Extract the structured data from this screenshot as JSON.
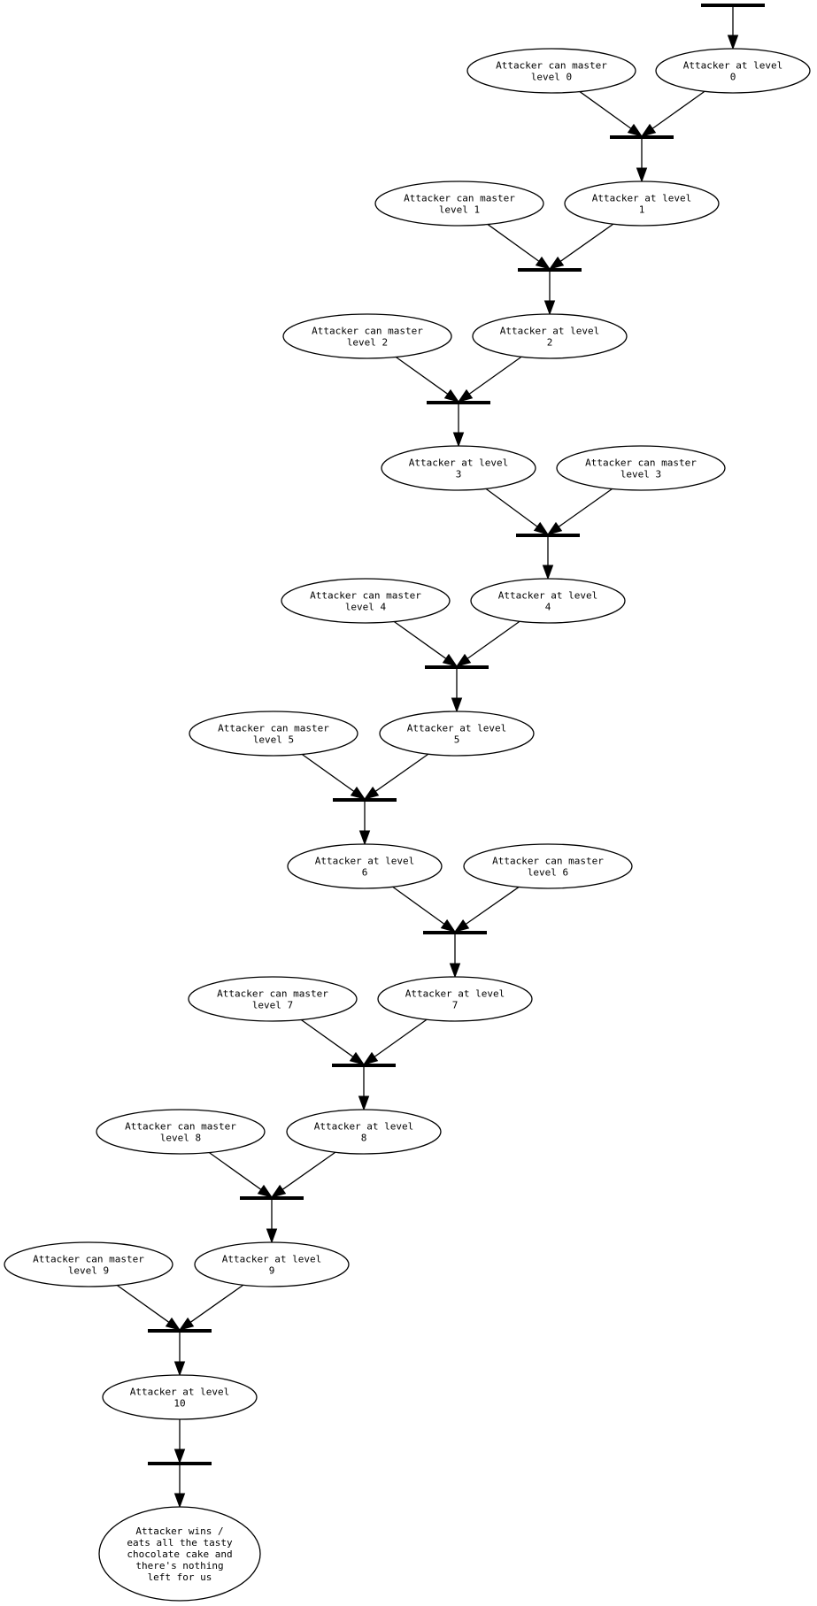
{
  "diagram": {
    "type": "attack-tree",
    "colors": {
      "stroke": "#000000",
      "fill": "#ffffff",
      "text": "#000000"
    },
    "nodes": [
      {
        "id": "master0",
        "lines": [
          "Attacker can master",
          "level 0"
        ]
      },
      {
        "id": "level0",
        "lines": [
          "Attacker at level",
          "0"
        ]
      },
      {
        "id": "master1",
        "lines": [
          "Attacker can master",
          "level 1"
        ]
      },
      {
        "id": "level1",
        "lines": [
          "Attacker at level",
          "1"
        ]
      },
      {
        "id": "master2",
        "lines": [
          "Attacker can master",
          "level 2"
        ]
      },
      {
        "id": "level2",
        "lines": [
          "Attacker at level",
          "2"
        ]
      },
      {
        "id": "level3",
        "lines": [
          "Attacker at level",
          "3"
        ]
      },
      {
        "id": "master3",
        "lines": [
          "Attacker can master",
          "level 3"
        ]
      },
      {
        "id": "master4",
        "lines": [
          "Attacker can master",
          "level 4"
        ]
      },
      {
        "id": "level4",
        "lines": [
          "Attacker at level",
          "4"
        ]
      },
      {
        "id": "master5",
        "lines": [
          "Attacker can master",
          "level 5"
        ]
      },
      {
        "id": "level5",
        "lines": [
          "Attacker at level",
          "5"
        ]
      },
      {
        "id": "level6",
        "lines": [
          "Attacker at level",
          "6"
        ]
      },
      {
        "id": "master6",
        "lines": [
          "Attacker can master",
          "level 6"
        ]
      },
      {
        "id": "master7",
        "lines": [
          "Attacker can master",
          "level 7"
        ]
      },
      {
        "id": "level7",
        "lines": [
          "Attacker at level",
          "7"
        ]
      },
      {
        "id": "master8",
        "lines": [
          "Attacker can master",
          "level 8"
        ]
      },
      {
        "id": "level8",
        "lines": [
          "Attacker at level",
          "8"
        ]
      },
      {
        "id": "master9",
        "lines": [
          "Attacker can master",
          "level 9"
        ]
      },
      {
        "id": "level9",
        "lines": [
          "Attacker at level",
          "9"
        ]
      },
      {
        "id": "level10",
        "lines": [
          "Attacker at level",
          "10"
        ]
      },
      {
        "id": "wins",
        "lines": [
          "Attacker wins /",
          "eats all the tasty",
          "chocolate cake and",
          "there's nothing",
          "left for us"
        ]
      }
    ],
    "junctions": [
      {
        "id": "j_top",
        "inputs": [],
        "output": "level0"
      },
      {
        "id": "j0",
        "inputs": [
          "master0",
          "level0"
        ],
        "output": "level1"
      },
      {
        "id": "j1",
        "inputs": [
          "master1",
          "level1"
        ],
        "output": "level2"
      },
      {
        "id": "j2",
        "inputs": [
          "master2",
          "level2"
        ],
        "output": "level3"
      },
      {
        "id": "j3",
        "inputs": [
          "level3",
          "master3"
        ],
        "output": "level4"
      },
      {
        "id": "j4",
        "inputs": [
          "master4",
          "level4"
        ],
        "output": "level5"
      },
      {
        "id": "j5",
        "inputs": [
          "master5",
          "level5"
        ],
        "output": "level6"
      },
      {
        "id": "j6",
        "inputs": [
          "level6",
          "master6"
        ],
        "output": "level7"
      },
      {
        "id": "j7",
        "inputs": [
          "master7",
          "level7"
        ],
        "output": "level8"
      },
      {
        "id": "j8",
        "inputs": [
          "master8",
          "level8"
        ],
        "output": "level9"
      },
      {
        "id": "j9",
        "inputs": [
          "master9",
          "level9"
        ],
        "output": "level10"
      },
      {
        "id": "j10",
        "inputs": [
          "level10"
        ],
        "output": "wins"
      }
    ]
  }
}
